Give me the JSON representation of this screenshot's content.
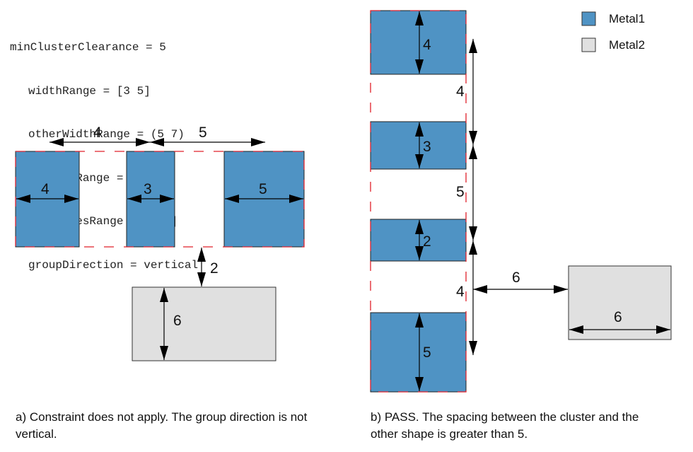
{
  "rule": {
    "title_line": "minClusterClearance = 5",
    "params": [
      "widthRange = [3 5]",
      "otherWidthRange = (5 7)",
      "spacingRange = (3 6)",
      "numShapesRange = [3 5]",
      "groupDirection = vertical"
    ]
  },
  "legend": [
    {
      "label": "Metal1",
      "color": "#4f93c4"
    },
    {
      "label": "Metal2",
      "color": "#e0e0e0"
    }
  ],
  "colors": {
    "metal1": "#4f93c4",
    "metal2": "#e0e0e0",
    "cluster_boundary": "#e0202a",
    "dimension": "#000000"
  },
  "panel_a": {
    "spacings": [
      "4",
      "5"
    ],
    "widths": [
      "4",
      "3",
      "5"
    ],
    "clearance": "2",
    "other_width": "6",
    "caption": "a) Constraint does not apply. The group direction is not vertical."
  },
  "panel_b": {
    "widths": [
      "4",
      "3",
      "2",
      "5"
    ],
    "spacings": [
      "4",
      "5",
      "4"
    ],
    "clearance": "6",
    "other_width": "6",
    "caption": "b) PASS. The spacing between the cluster and the other shape is greater than 5."
  }
}
